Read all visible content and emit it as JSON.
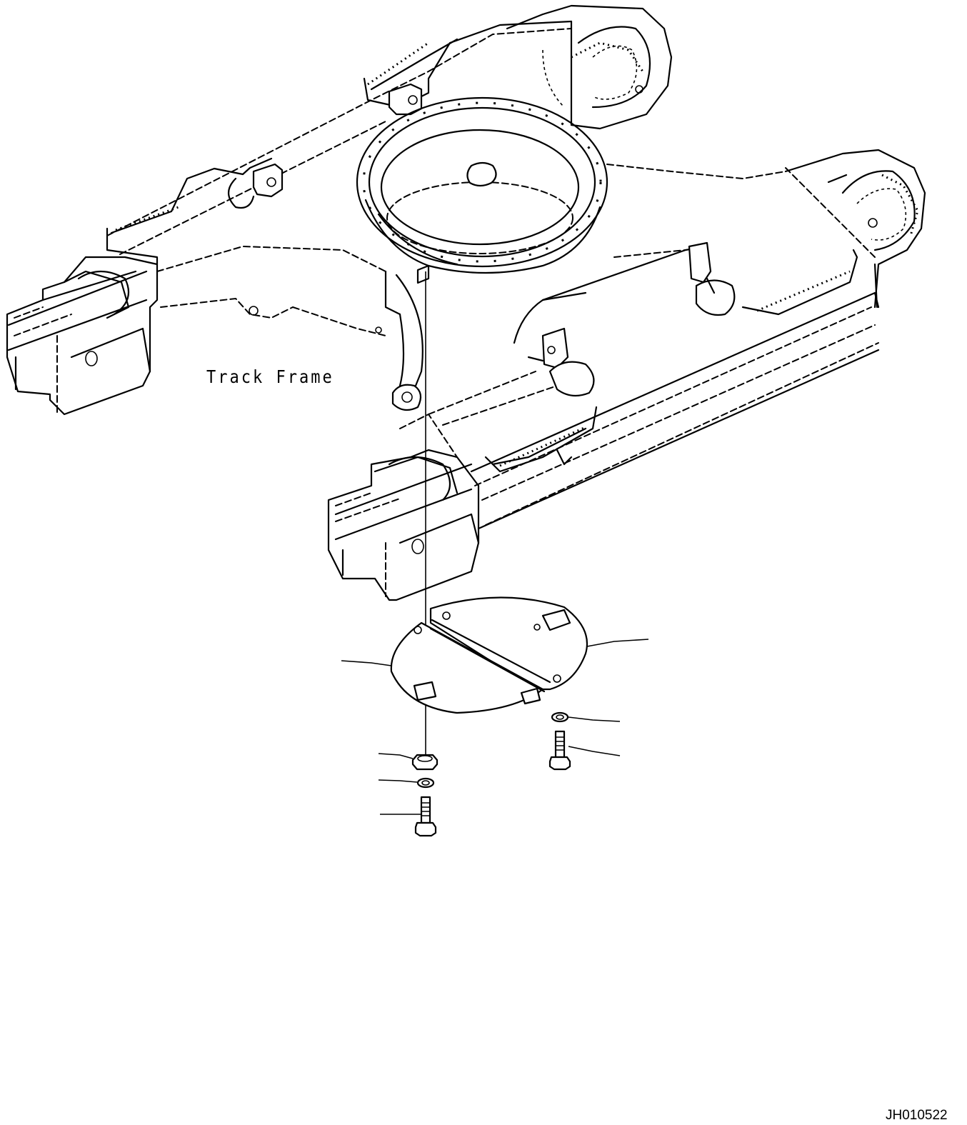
{
  "labels": {
    "part_name": "Track Frame",
    "drawing_id": "JH010522"
  },
  "parts": [
    {
      "name": "cover-plate-left",
      "kind": "plate"
    },
    {
      "name": "cover-plate-right",
      "kind": "plate"
    },
    {
      "name": "nut",
      "kind": "fastener"
    },
    {
      "name": "washer",
      "kind": "fastener"
    },
    {
      "name": "bolt",
      "kind": "fastener"
    },
    {
      "name": "washer",
      "kind": "fastener"
    },
    {
      "name": "bolt",
      "kind": "fastener"
    }
  ],
  "colors": {
    "line": "#000000",
    "background": "#ffffff"
  }
}
